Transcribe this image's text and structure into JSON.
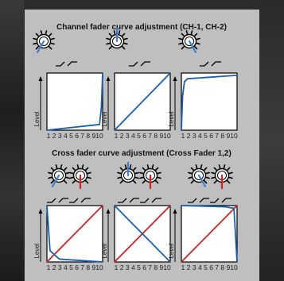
{
  "titles": {
    "channel": "Channel fader curve adjustment (CH-1, CH-2)",
    "cross": "Cross fader curve adjustment (Cross Fader 1,2)"
  },
  "axis": {
    "y_label": "Level",
    "x_ticks": [
      "1",
      "2",
      "3",
      "4",
      "5",
      "6",
      "7",
      "8",
      "9",
      "10"
    ]
  },
  "colors": {
    "panel": "#bfbfbf",
    "curve_blue": "#1a5fb4",
    "curve_red": "#d42020",
    "knob_indicator_blue": "#3d7fd0",
    "knob_indicator_red": "#d42020"
  },
  "chart_data": [
    {
      "type": "line",
      "section": "channel",
      "knob": "left",
      "series": [
        {
          "color": "blue",
          "x": [
            1,
            9.5,
            9.8,
            10
          ],
          "y": [
            0,
            1,
            4,
            10
          ]
        }
      ]
    },
    {
      "type": "line",
      "section": "channel",
      "knob": "center",
      "series": [
        {
          "color": "blue",
          "x": [
            1,
            10
          ],
          "y": [
            0,
            10
          ]
        }
      ]
    },
    {
      "type": "line",
      "section": "channel",
      "knob": "right",
      "series": [
        {
          "color": "blue",
          "x": [
            1,
            1.2,
            1.5,
            2,
            10
          ],
          "y": [
            0,
            6,
            8.5,
            9,
            9.6
          ]
        }
      ]
    },
    {
      "type": "line",
      "section": "cross",
      "knob": "left",
      "series": [
        {
          "color": "red",
          "x": [
            1,
            10
          ],
          "y": [
            0,
            10
          ]
        },
        {
          "color": "blue",
          "x": [
            1,
            1.5,
            3,
            10
          ],
          "y": [
            10,
            2,
            0.5,
            0
          ]
        }
      ]
    },
    {
      "type": "line",
      "section": "cross",
      "knob": "center",
      "series": [
        {
          "color": "red",
          "x": [
            1,
            10
          ],
          "y": [
            0,
            10
          ]
        },
        {
          "color": "blue",
          "x": [
            1,
            10
          ],
          "y": [
            10,
            0
          ]
        }
      ]
    },
    {
      "type": "line",
      "section": "cross",
      "knob": "right",
      "series": [
        {
          "color": "red",
          "x": [
            1,
            10
          ],
          "y": [
            0,
            10
          ]
        },
        {
          "color": "blue",
          "x": [
            1,
            8,
            9.5,
            10
          ],
          "y": [
            10,
            9.8,
            9.5,
            0
          ]
        }
      ]
    }
  ]
}
